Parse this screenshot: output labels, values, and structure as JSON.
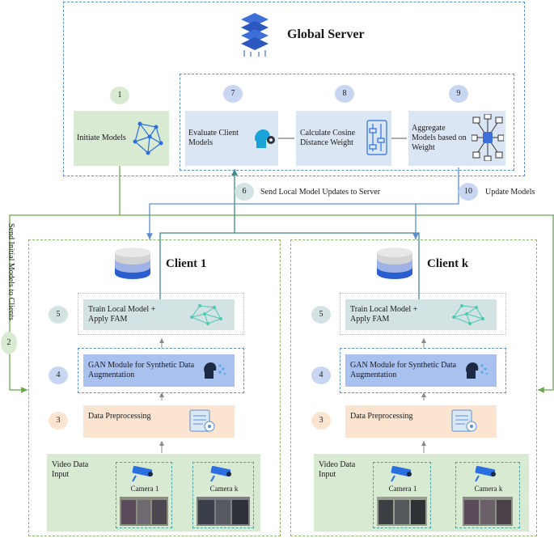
{
  "server": {
    "title": "Global Server"
  },
  "steps": {
    "s1": {
      "num": "1",
      "label": "Initiate Models"
    },
    "s7": {
      "num": "7",
      "label": "Evaluate Client Models"
    },
    "s8": {
      "num": "8",
      "label": "Calculate Cosine Distance  Weight"
    },
    "s9": {
      "num": "9",
      "label": "Aggregate Models based on Weight"
    },
    "s6": {
      "num": "6",
      "label": "Send Local Model Updates to Server"
    },
    "s10": {
      "num": "10",
      "label": "Update Models"
    },
    "s2": {
      "num": "2",
      "label": "Send Initial Models to Clients"
    }
  },
  "clients": [
    {
      "title": "Client 1",
      "train": {
        "num": "5",
        "label": "Train Local Model + Apply FAM"
      },
      "gan": {
        "num": "4",
        "label": "GAN Module for Synthetic Data Augmentation"
      },
      "prep": {
        "num": "3",
        "label": "Data Preprocessing"
      },
      "input": "Video Data Input",
      "cam1": "Camera 1",
      "camk": "Camera k"
    },
    {
      "title": "Client k",
      "train": {
        "num": "5",
        "label": "Train Local Model + Apply FAM"
      },
      "gan": {
        "num": "4",
        "label": "GAN Module for Synthetic Data Augmentation"
      },
      "prep": {
        "num": "3",
        "label": "Data Preprocessing"
      },
      "input": "Video Data Input",
      "cam1": "Camera 1",
      "camk": "Camera k"
    }
  ],
  "colors": {
    "green_box": "#d9ead3",
    "blue_box": "#dbe6f5",
    "teal_box": "#d3e3e3",
    "gan_box": "#a9c1ef",
    "orange_box": "#fbe5d0",
    "green_line": "#6aa84f",
    "blue_line": "#5b8fd0",
    "teal_line": "#3d8a8a"
  }
}
